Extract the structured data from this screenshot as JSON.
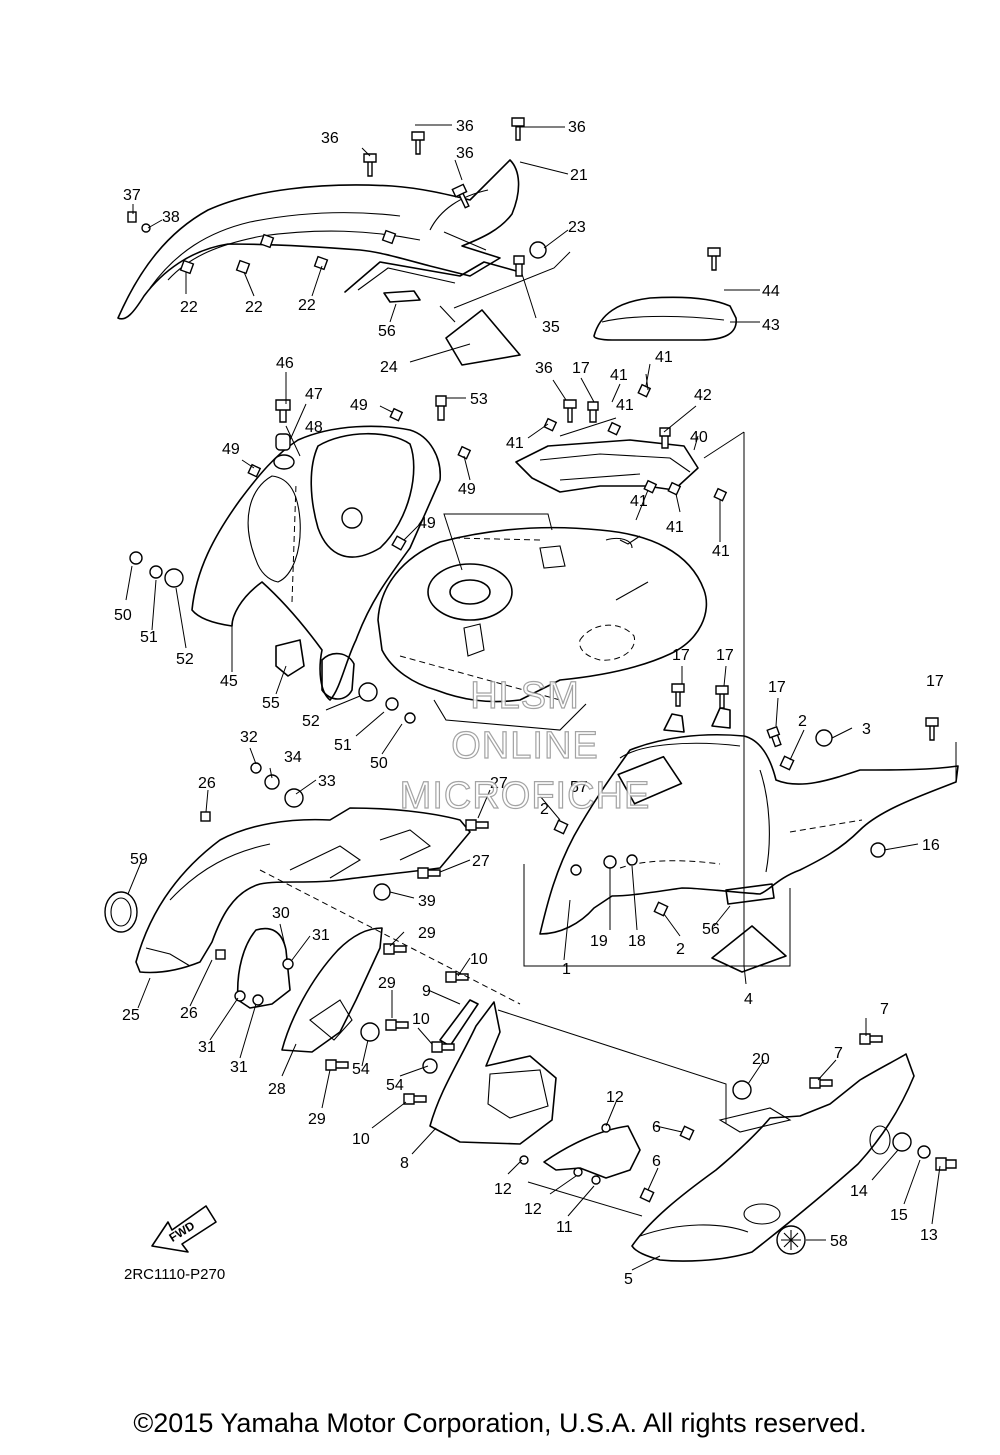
{
  "diagram": {
    "reference_code": "2RC1110-P270",
    "direction_label": "FWD",
    "watermark": [
      "HLSM",
      "ONLINE",
      "MICROFICHE"
    ],
    "copyright": "©2015 Yamaha Motor Corporation, U.S.A. All rights reserved."
  },
  "callouts": {
    "c36a": "36",
    "c36b": "36",
    "c36c": "36",
    "c36d": "36",
    "c36e": "36",
    "c37": "37",
    "c38": "38",
    "c21": "21",
    "c23": "23",
    "c22a": "22",
    "c22b": "22",
    "c22c": "22",
    "c35": "35",
    "c56a": "56",
    "c24": "24",
    "c44": "44",
    "c43": "43",
    "c46": "46",
    "c47": "47",
    "c48": "48",
    "c49a": "49",
    "c49b": "49",
    "c49c": "49",
    "c49d": "49",
    "c53": "53",
    "c17a": "17",
    "c41a": "41",
    "c41b": "41",
    "c41c": "41",
    "c41d": "41",
    "c41e": "41",
    "c41f": "41",
    "c41g": "41",
    "c42": "42",
    "c40": "40",
    "c50a": "50",
    "c51a": "51",
    "c52a": "52",
    "c45": "45",
    "c55": "55",
    "c52b": "52",
    "c51b": "51",
    "c50b": "50",
    "c17b": "17",
    "c17c": "17",
    "c17d": "17",
    "c17e": "17",
    "c2a": "2",
    "c3": "3",
    "c57": "57",
    "c2b": "2",
    "c16": "16",
    "c19": "19",
    "c18": "18",
    "c2c": "2",
    "c1": "1",
    "c56b": "56",
    "c4": "4",
    "c32": "32",
    "c34": "34",
    "c33": "33",
    "c26a": "26",
    "c27a": "27",
    "c27b": "27",
    "c39": "39",
    "c59": "59",
    "c30": "30",
    "c31a": "31",
    "c29a": "29",
    "c29b": "29",
    "c25": "25",
    "c26b": "26",
    "c31b": "31",
    "c31c": "31",
    "c28": "28",
    "c54a": "54",
    "c29c": "29",
    "c10a": "10",
    "c9": "9",
    "c10b": "10",
    "c54b": "54",
    "c10c": "10",
    "c8": "8",
    "c7a": "7",
    "c7b": "7",
    "c20": "20",
    "c12a": "12",
    "c6a": "6",
    "c12b": "12",
    "c12c": "12",
    "c6b": "6",
    "c11": "11",
    "c14": "14",
    "c15": "15",
    "c13": "13",
    "c58": "58",
    "c5": "5"
  }
}
